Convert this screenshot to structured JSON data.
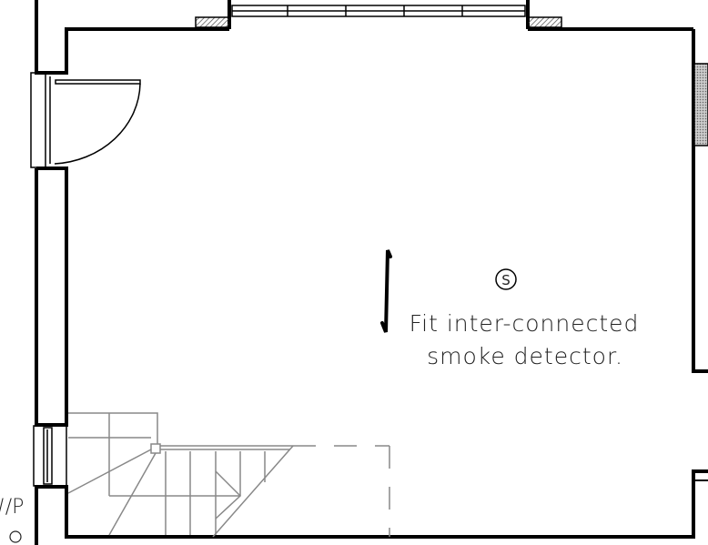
{
  "drawing": {
    "note_line1": "Fit inter-connected",
    "note_line2": "smoke detector.",
    "detector_symbol": "S",
    "left_label": "W/P",
    "colors": {
      "wall": "#000000",
      "stair": "#888888",
      "hatch": "#555555"
    }
  }
}
